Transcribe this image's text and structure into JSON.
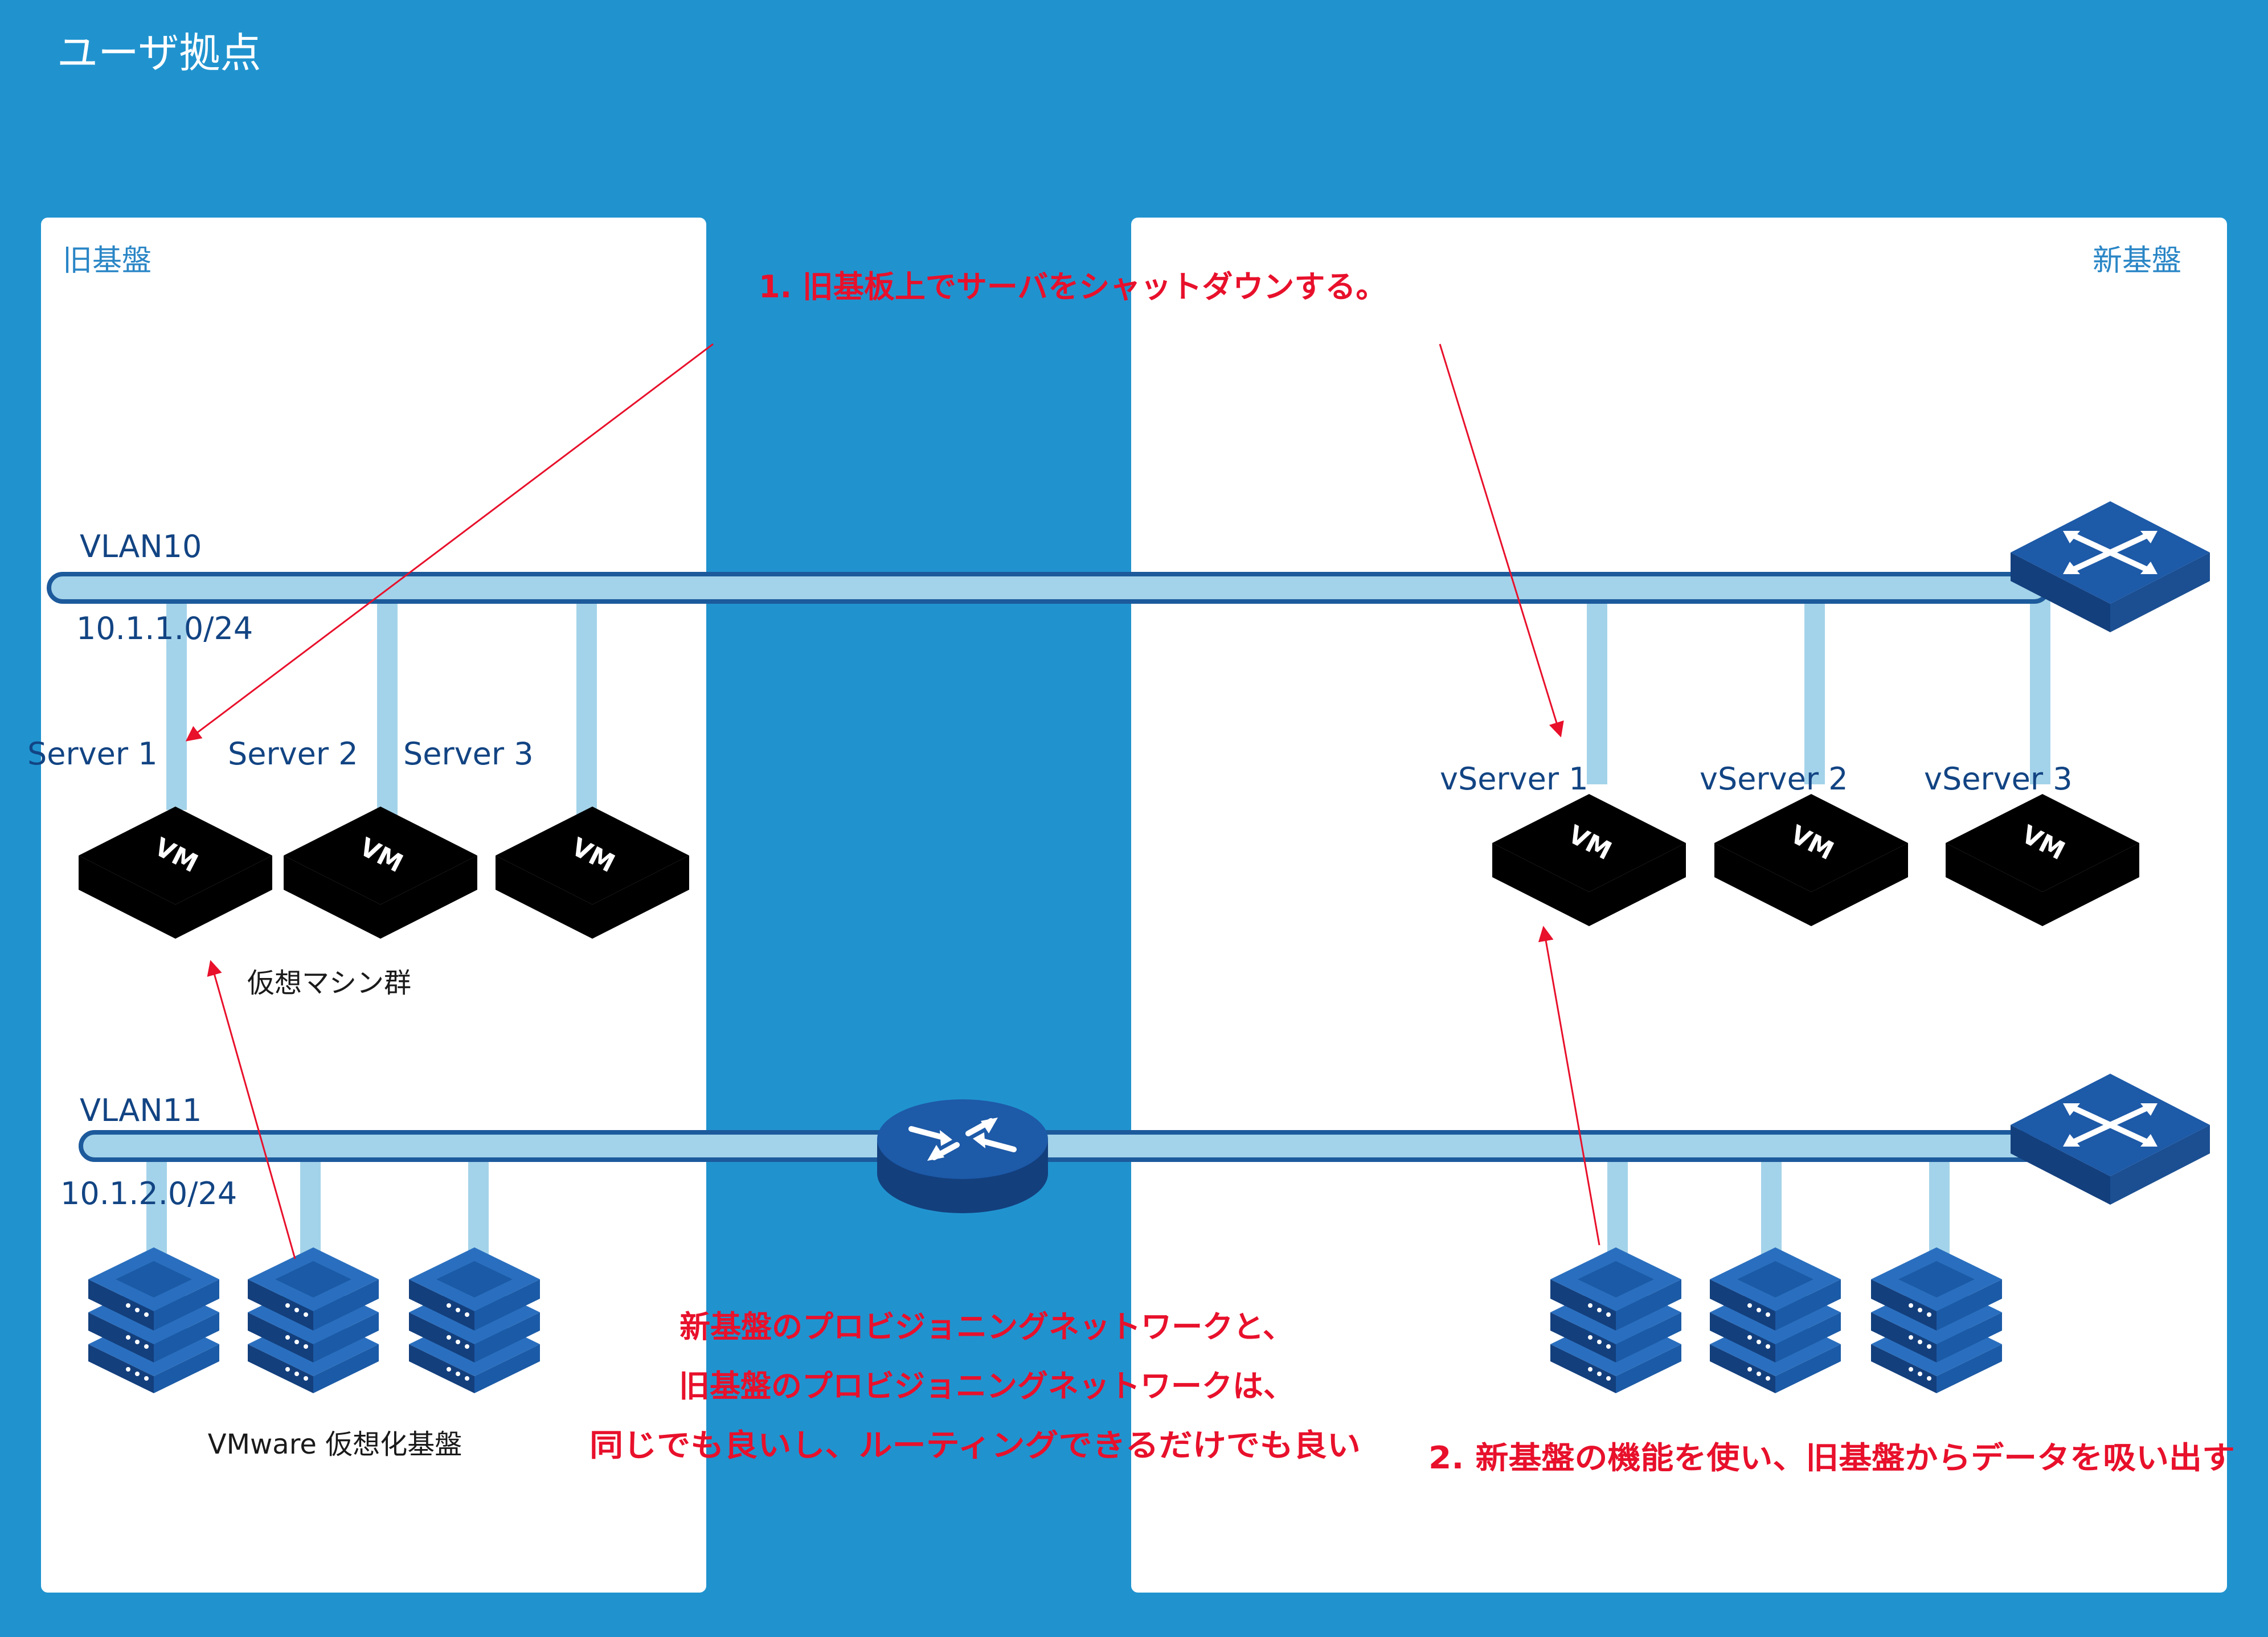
{
  "site_title": "ユーザ拠点",
  "old_platform": {
    "label": "旧基盤",
    "vlan10": {
      "name": "VLAN10",
      "subnet": "10.1.1.0/24"
    },
    "vlan11": {
      "name": "VLAN11",
      "subnet": "10.1.2.0/24"
    },
    "servers": [
      "Server 1",
      "Server 2",
      "Server 3"
    ],
    "vm_label": "VM",
    "vm_group_label": "仮想マシン群",
    "host_label": "VMware 仮想化基盤"
  },
  "new_platform": {
    "label": "新基盤",
    "servers": [
      "vServer 1",
      "vServer 2",
      "vServer 3"
    ],
    "vm_label": "VM"
  },
  "annotations": {
    "step1": "1. 旧基板上でサーバをシャットダウンする。",
    "network_note": [
      "新基盤のプロビジョニングネットワークと、",
      "旧基盤のプロビジョニングネットワークは、",
      "同じでも良いし、ルーティングできるだけでも良い"
    ],
    "step2": "2. 新基盤の機能を使い、旧基盤からデータを吸い出す"
  },
  "colors": {
    "background": "#2093cf",
    "panel": "#ffffff",
    "network_line": "#a3d3ea",
    "network_line_border": "#1c5a9c",
    "label_text": "#124483",
    "annotation_text": "#e8102b",
    "vm_active": "#3ebca1",
    "vm_inactive": "#d6ede6",
    "device_blue": "#1b5aa6"
  }
}
